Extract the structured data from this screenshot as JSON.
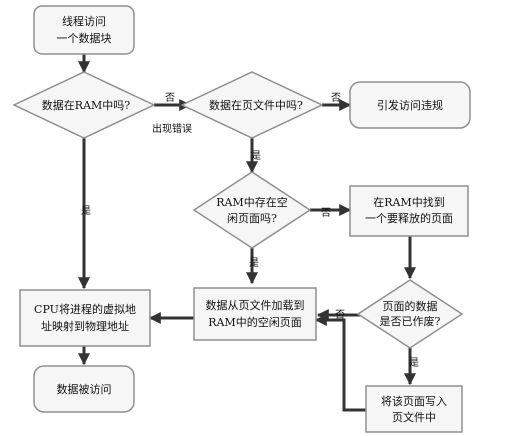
{
  "nodes": {
    "start": [
      "线程访问",
      "一个数据块"
    ],
    "in_ram": [
      "数据在RAM中吗?"
    ],
    "in_pagefile": [
      "数据在页文件中吗?"
    ],
    "violation": [
      "引发访问违规"
    ],
    "free_page": [
      "RAM中存在空",
      "闲页面吗?"
    ],
    "find_page": [
      "在RAM中找到",
      "一个要释放的页面"
    ],
    "load_data": [
      "数据从页文件加载到",
      "RAM中的空闲页面"
    ],
    "dirty": [
      "页面的数据",
      "是否已作废?"
    ],
    "map_addr": [
      "CPU将进程的虚拟地",
      "址映射到物理地址"
    ],
    "write_page": [
      "将该页面写入",
      "页文件中"
    ],
    "accessed": [
      "数据被访问"
    ]
  },
  "labels": {
    "no_in_ram": "否",
    "fault": "出现错误",
    "no_in_pagefile": "否",
    "yes_in_pagefile": "是",
    "yes_in_ram": "是",
    "no_free_page": "否",
    "yes_free_page": "是",
    "no_dirty": "否",
    "yes_dirty": "是"
  }
}
